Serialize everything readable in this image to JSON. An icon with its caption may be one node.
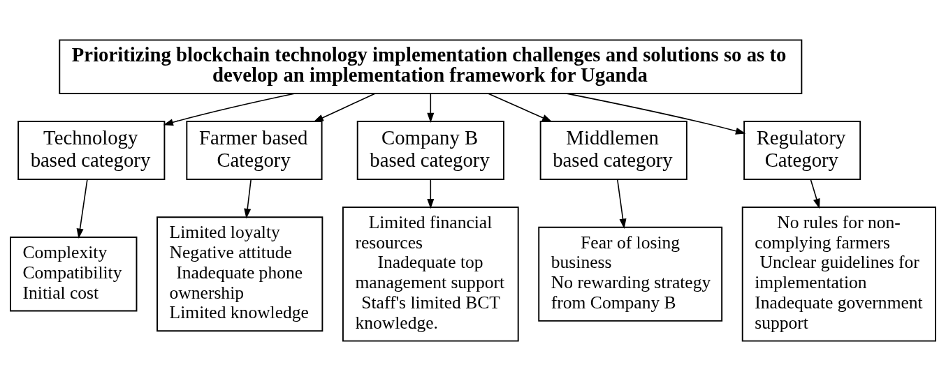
{
  "diagram": {
    "nodes": [
      {
        "text": [
          "Prioritizing blockchain technology implementation challenges and solutions so as to develop an implementation framework for Uganda"
        ]
      },
      {
        "text": [
          "Technology based category"
        ]
      },
      {
        "text": [
          "Farmer based Category"
        ]
      },
      {
        "text": [
          "Company B based category"
        ]
      },
      {
        "text": [
          "Middlemen based category"
        ]
      },
      {
        "text": [
          "Regulatory Category"
        ]
      },
      {
        "text": [
          "Complexity",
          "Compatibility",
          "Initial cost"
        ]
      },
      {
        "text": [
          "Limited loyalty",
          "Negative attitude",
          "Inadequate phone ownership",
          "Limited knowledge"
        ]
      },
      {
        "text": [
          "Limited financial resources",
          "Inadequate top management support",
          "Staff's limited BCT knowledge."
        ]
      },
      {
        "text": [
          "Fear of losing business",
          "No rewarding strategy from Company B"
        ]
      },
      {
        "text": [
          "No rules for non-complying farmers",
          "Unclear guidelines for implementation",
          "Inadequate government support"
        ]
      }
    ],
    "edges": [
      {
        "from": 0,
        "to": 1,
        "arrow": "to"
      },
      {
        "from": 0,
        "to": 2,
        "arrow": "to"
      },
      {
        "from": 0,
        "to": 3,
        "arrow": "to"
      },
      {
        "from": 0,
        "to": 4,
        "arrow": "to"
      },
      {
        "from": 0,
        "to": 5,
        "arrow": "to"
      },
      {
        "from": 1,
        "to": 6,
        "arrow": "to"
      },
      {
        "from": 2,
        "to": 7,
        "arrow": "to"
      },
      {
        "from": 3,
        "to": 8,
        "arrow": "to"
      },
      {
        "from": 4,
        "to": 9,
        "arrow": "to"
      },
      {
        "from": 5,
        "to": 10,
        "arrow": "to"
      }
    ]
  }
}
